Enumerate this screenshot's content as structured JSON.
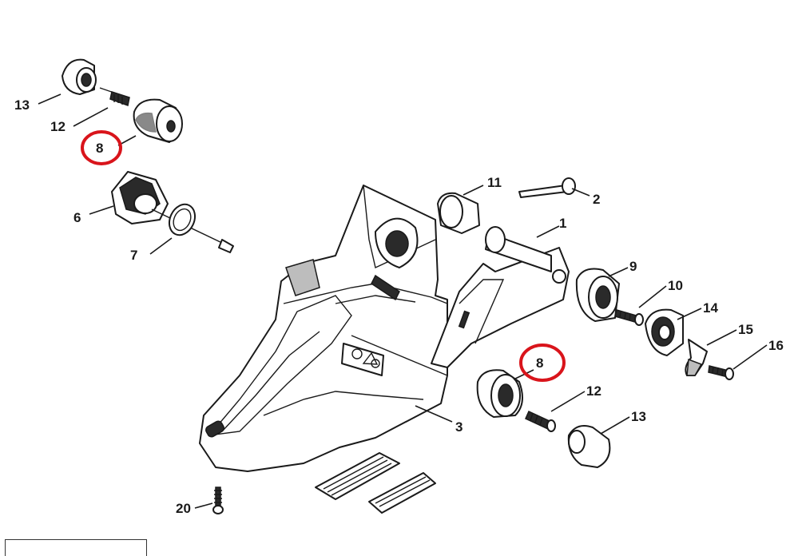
{
  "callouts": [
    {
      "id": "c13a",
      "label": "13"
    },
    {
      "id": "c12a",
      "label": "12"
    },
    {
      "id": "c8a",
      "label": "8",
      "highlighted": true
    },
    {
      "id": "c6",
      "label": "6"
    },
    {
      "id": "c7",
      "label": "7"
    },
    {
      "id": "c11",
      "label": "11"
    },
    {
      "id": "c2",
      "label": "2"
    },
    {
      "id": "c1",
      "label": "1"
    },
    {
      "id": "c9",
      "label": "9"
    },
    {
      "id": "c10",
      "label": "10"
    },
    {
      "id": "c14",
      "label": "14"
    },
    {
      "id": "c15",
      "label": "15"
    },
    {
      "id": "c16",
      "label": "16"
    },
    {
      "id": "c8b",
      "label": "8",
      "highlighted": true
    },
    {
      "id": "c12b",
      "label": "12"
    },
    {
      "id": "c13b",
      "label": "13"
    },
    {
      "id": "c3",
      "label": "3"
    },
    {
      "id": "c20",
      "label": "20"
    }
  ],
  "colors": {
    "highlight": "#d9141b",
    "ink": "#1a1a1a"
  }
}
